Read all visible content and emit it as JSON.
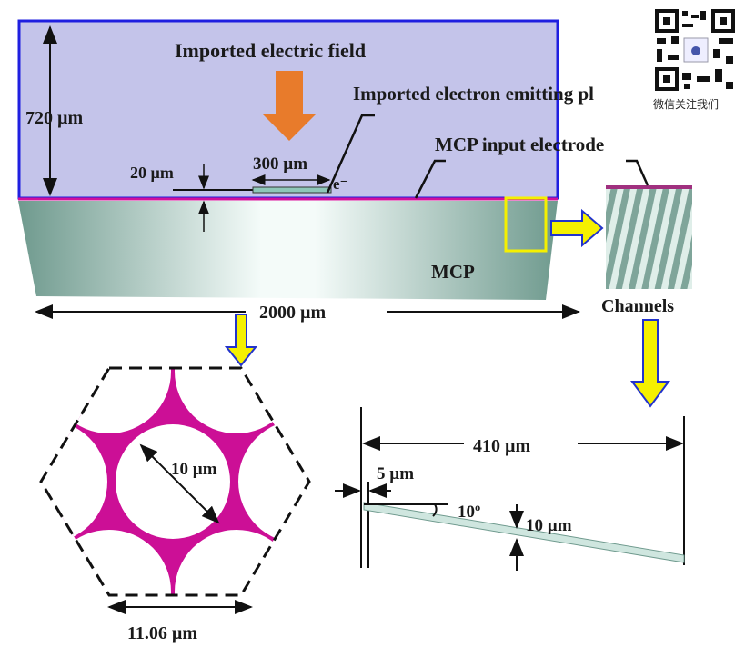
{
  "labels": {
    "field": "Imported electric field",
    "emitting": "Imported electron emitting pl",
    "height": "720 µm",
    "gap": "20 µm",
    "plane_width": "300 µm",
    "electron": "e⁻",
    "electrode": "MCP input electrode",
    "mcp": "MCP",
    "width": "2000 µm",
    "channels": "Channels",
    "pore_diameter": "10 µm",
    "pitch": "11.06 µm",
    "channel_length": "410 µm",
    "offset": "5 µm",
    "angle": "10º",
    "channel_diameter": "10 µm"
  },
  "qr": {
    "caption": "微信关注我们"
  },
  "colors": {
    "field_box": "#c4c4ea",
    "border": "#1f1fe0",
    "electrode": "#d0109a",
    "arrow_orange": "#e87b2b",
    "arrow_yellow": "#f5f000",
    "web": "#cc0f96"
  }
}
